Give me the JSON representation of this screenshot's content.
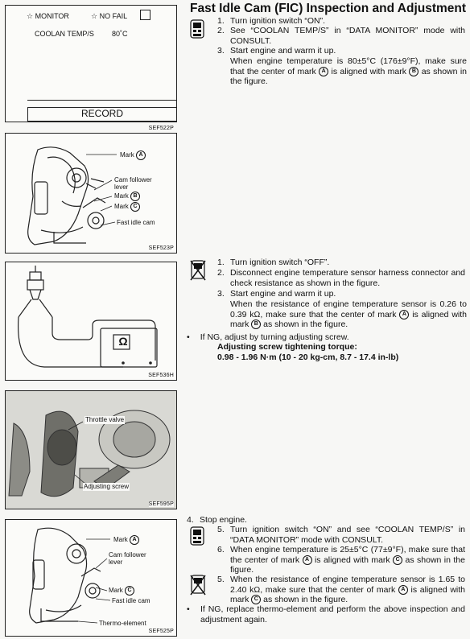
{
  "title": "Fast Idle Cam (FIC) Inspection and Adjustment",
  "icons": [
    "consult-tool-icon",
    "no-tool-icon"
  ],
  "section1": {
    "steps": [
      {
        "num": "1.",
        "text": "Turn ignition switch “ON”."
      },
      {
        "num": "2.",
        "text": "See “COOLAN TEMP/S” in “DATA MONITOR” mode with CONSULT."
      },
      {
        "num": "3.",
        "text": "Start engine and warm it up."
      }
    ],
    "step3_detail_pre": "When engine temperature is 80±5°C (176±9°F), make sure that the center of mark ",
    "step3_detail_mid": " is aligned with mark ",
    "step3_detail_post": " as shown in the figure.",
    "mark_a": "A",
    "mark_b": "B"
  },
  "section2": {
    "steps": [
      {
        "num": "1.",
        "text": "Turn ignition switch “OFF”."
      },
      {
        "num": "2.",
        "text": "Disconnect engine temperature sensor harness connector and check resistance as shown in the figure."
      },
      {
        "num": "3.",
        "text": "Start engine and warm it up."
      }
    ],
    "step3_detail_pre": "When the resistance of engine temperature sensor is 0.26 to 0.39 kΩ, make sure that the center of mark ",
    "step3_detail_mid": " is aligned with mark ",
    "step3_detail_post": " as shown in the figure.",
    "ng_bullet": "If NG, adjust by turning adjusting screw.",
    "torque_label": "Adjusting screw tightening torque:",
    "torque_value": "0.98 - 1.96 N·m (10 - 20 kg-cm, 8.7 - 17.4 in-lb)"
  },
  "section3": {
    "step4": {
      "num": "4.",
      "text": "Stop engine."
    },
    "step5a": {
      "num": "5.",
      "text": "Turn ignition switch “ON” and see “COOLAN TEMP/S” in “DATA MONITOR” mode with CONSULT."
    },
    "step6": {
      "num": "6.",
      "pre": "When engine temperature is 25±5°C (77±9°F), make sure that the center of mark ",
      "mid": " is aligned with mark ",
      "post": " as shown in the figure."
    },
    "step5b": {
      "num": "5.",
      "pre": "When the resistance of engine temperature sensor is 1.65 to 2.40 kΩ, make sure that the center of mark ",
      "mid": " is aligned with mark ",
      "post": " as shown in the figure."
    },
    "mark_a": "A",
    "mark_c": "C",
    "ng_bullet": "If NG, replace thermo-element and perform the above inspection and adjustment again."
  },
  "figure1": {
    "monitor_label": "☆ MONITOR",
    "nofail_label": "☆ NO FAIL",
    "param_name": "COOLAN TEMP/S",
    "param_value": "80˚C",
    "record_button": "RECORD",
    "code": "SEF522P"
  },
  "figure2": {
    "labels": {
      "mark_a": "Mark",
      "cam_follower": "Cam follower",
      "lever": "lever",
      "mark_b": "Mark",
      "mark_c": "Mark",
      "fast_idle_cam": "Fast idle cam"
    },
    "circ": {
      "a": "A",
      "b": "B",
      "c": "C"
    },
    "code": "SEF523P"
  },
  "figure3": {
    "ohm_symbol": "Ω",
    "code": "SEF536H"
  },
  "figure4": {
    "throttle_valve": "Throttle valve",
    "adjusting_screw": "Adjusting screw",
    "code": "SEF595P"
  },
  "figure5": {
    "labels": {
      "mark_a": "Mark",
      "cam_follower": "Cam follower",
      "lever": "lever",
      "mark_c": "Mark",
      "fast_idle_cam": "Fast idle cam",
      "thermo": "Thermo-element"
    },
    "circ": {
      "a": "A",
      "c": "C"
    },
    "code": "SEF525P"
  }
}
